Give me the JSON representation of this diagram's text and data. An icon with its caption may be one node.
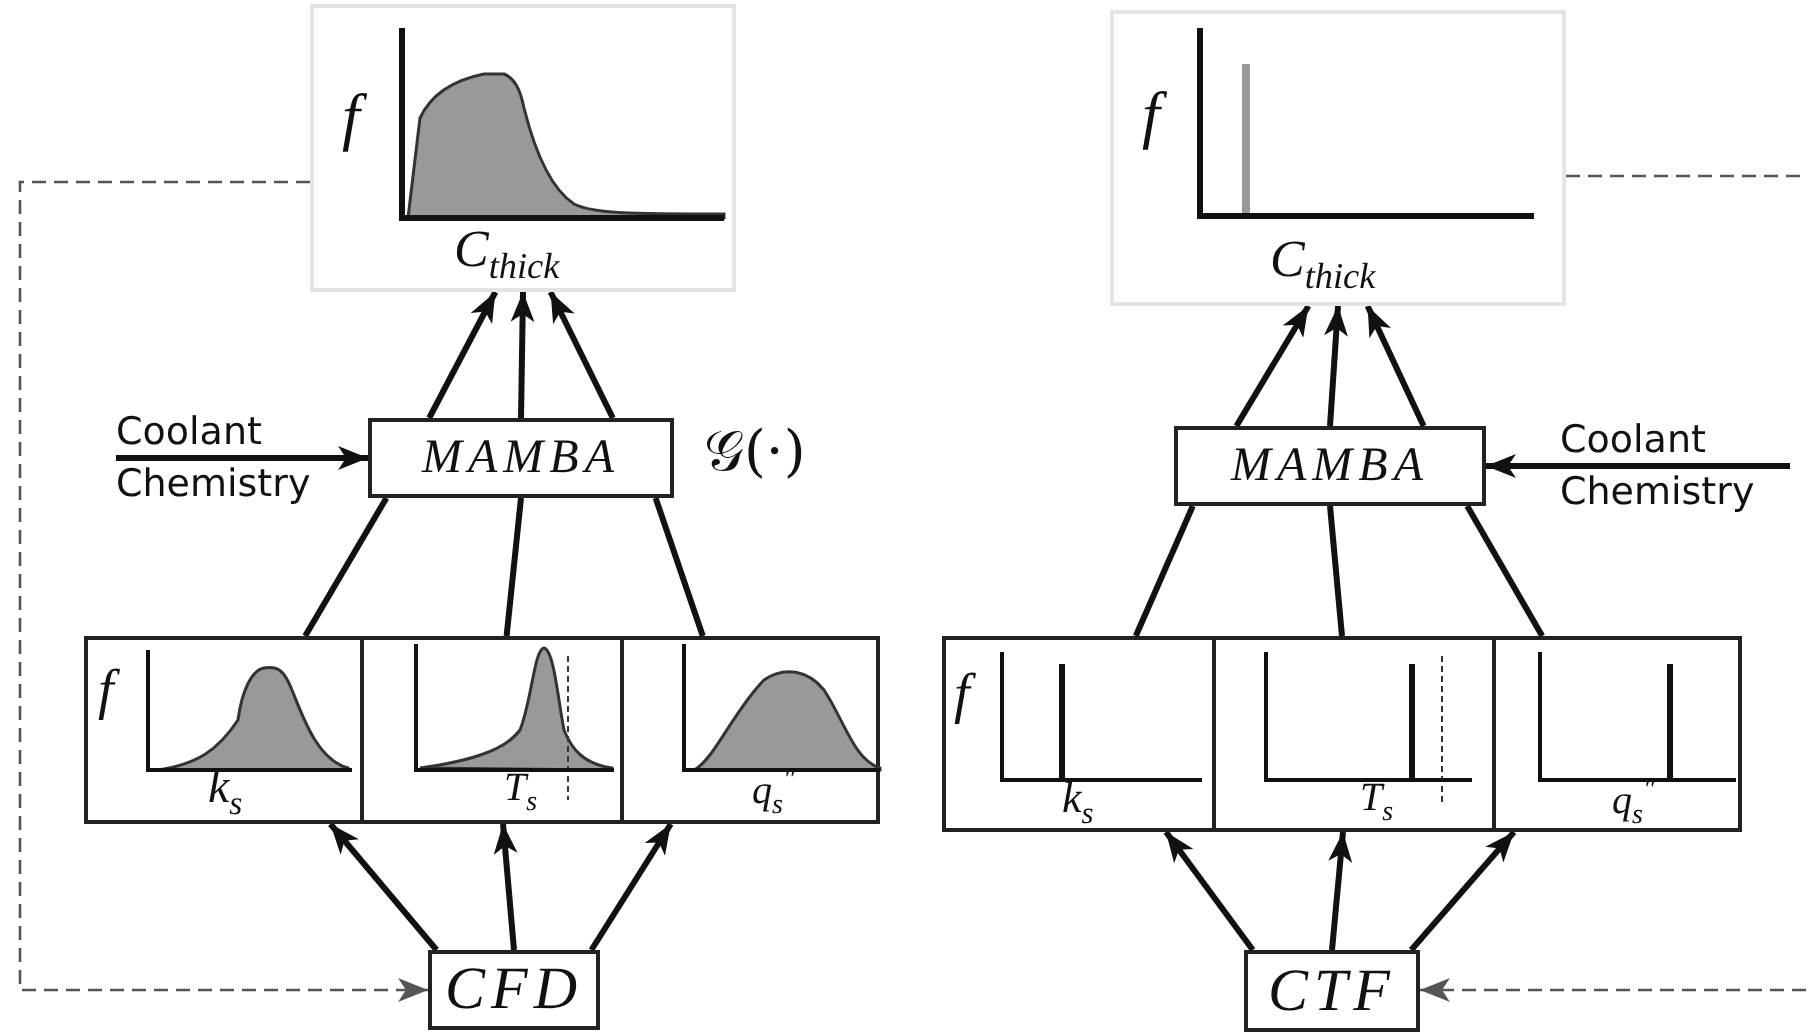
{
  "diagram": {
    "nodes": [
      {
        "text": [
          "f",
          "C$_{thick}$"
        ]
      },
      {
        "text": [
          "Coolant Chemistry"
        ]
      },
      {
        "text": [
          "MAMBA"
        ],
        "beside": [
          "𝒢(·)"
        ]
      },
      {
        "text": [
          "f",
          "k$_{s}$"
        ]
      },
      {
        "text": [
          "T$_{s}$"
        ]
      },
      {
        "text": [
          "q$_{s}$$^{″}$"
        ]
      },
      {
        "text": [
          "CFD"
        ]
      },
      {
        "text": [
          "f",
          "C$_{thick}$"
        ]
      },
      {
        "text": [
          "MAMBA"
        ]
      },
      {
        "text": [
          "Coolant Chemistry"
        ]
      },
      {
        "text": [
          "f",
          "k$_{s}$"
        ]
      },
      {
        "text": [
          "T$_{s}$"
        ]
      },
      {
        "text": [
          "q$_{s}$$^{″}$"
        ]
      },
      {
        "text": [
          "CTF"
        ]
      }
    ],
    "edges": [
      {
        "from": 2,
        "to": 0,
        "arrow": "to"
      },
      {
        "from": 2,
        "to": 0,
        "arrow": "to"
      },
      {
        "from": 2,
        "to": 0,
        "arrow": "to"
      },
      {
        "from": 3,
        "to": 2,
        "arrow": "none"
      },
      {
        "from": 4,
        "to": 2,
        "arrow": "none"
      },
      {
        "from": 5,
        "to": 2,
        "arrow": "none"
      },
      {
        "from": 6,
        "to": 3,
        "arrow": "to"
      },
      {
        "from": 6,
        "to": 4,
        "arrow": "to"
      },
      {
        "from": 6,
        "to": 5,
        "arrow": "to"
      },
      {
        "from": 1,
        "to": 2,
        "arrow": "to"
      },
      {
        "from": 0,
        "to": 6,
        "arrow": "to",
        "style": "dashed",
        "color": "#555555"
      },
      {
        "from": 8,
        "to": 7,
        "arrow": "to"
      },
      {
        "from": 8,
        "to": 7,
        "arrow": "to"
      },
      {
        "from": 8,
        "to": 7,
        "arrow": "to"
      },
      {
        "from": 10,
        "to": 8,
        "arrow": "none"
      },
      {
        "from": 11,
        "to": 8,
        "arrow": "none"
      },
      {
        "from": 12,
        "to": 8,
        "arrow": "none"
      },
      {
        "from": 13,
        "to": 10,
        "arrow": "to"
      },
      {
        "from": 13,
        "to": 11,
        "arrow": "to"
      },
      {
        "from": 13,
        "to": 12,
        "arrow": "to"
      },
      {
        "from": 9,
        "to": 8,
        "arrow": "to"
      },
      {
        "from": 7,
        "to": null,
        "arrow": "none",
        "style": "dashed",
        "color": "#555555"
      },
      {
        "from": null,
        "to": 13,
        "arrow": "to",
        "style": "dashed",
        "color": "#555555"
      }
    ]
  }
}
